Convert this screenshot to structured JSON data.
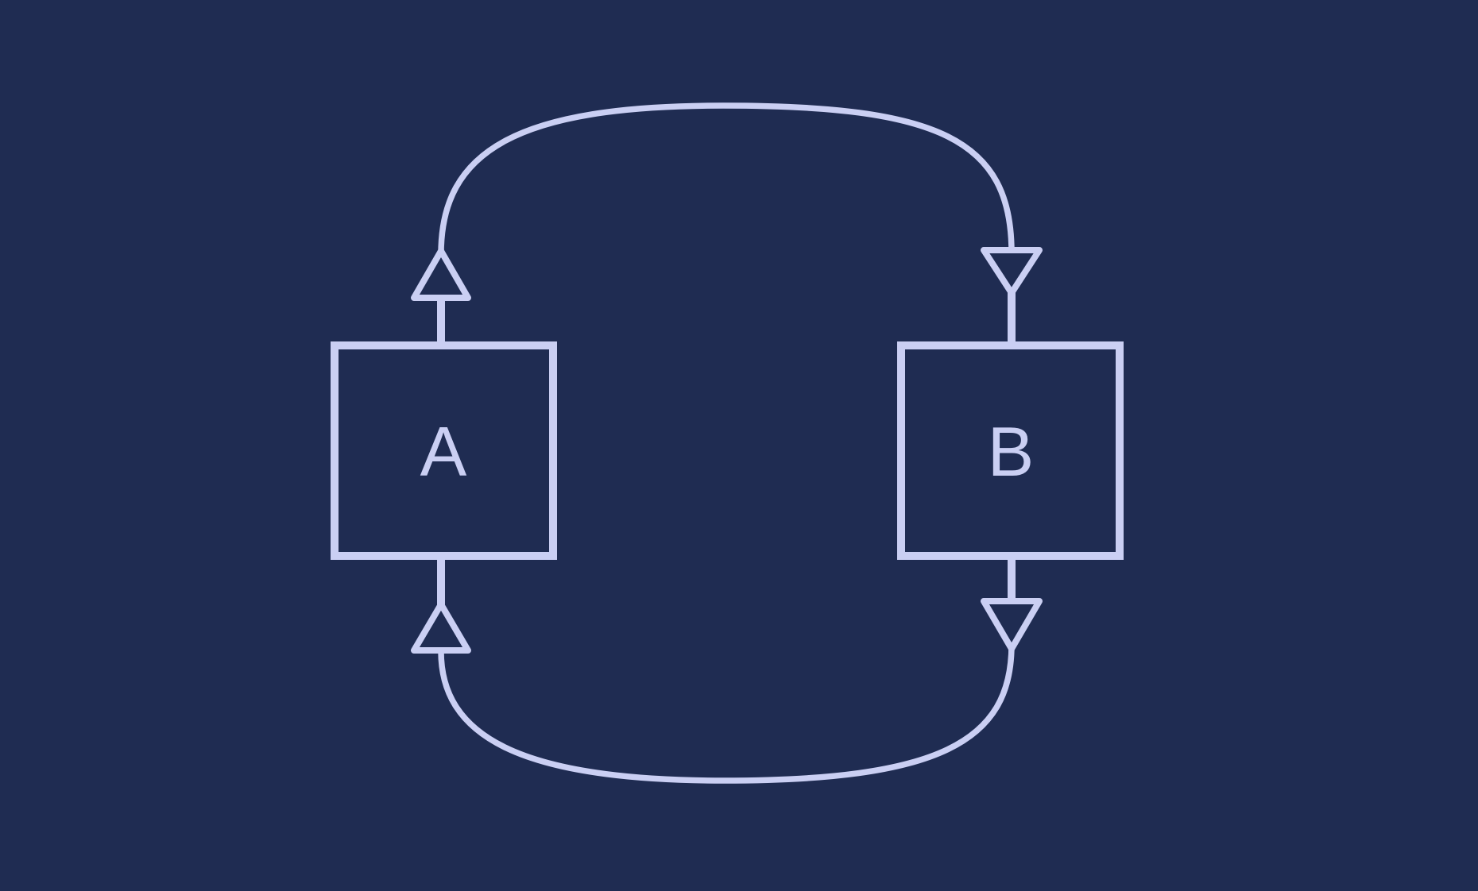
{
  "diagram": {
    "type": "directed-cycle-graph",
    "background_color": "#1f2c52",
    "stroke_color": "#cacff3",
    "nodes": [
      {
        "id": "A",
        "label": "A"
      },
      {
        "id": "B",
        "label": "B"
      }
    ],
    "edges": [
      {
        "from": "A",
        "to": "B",
        "route": "top",
        "arrowhead_style": "open-triangle",
        "arrowheads": [
          "at-source-pointing-up-out-of-A",
          "at-target-pointing-down-into-B"
        ]
      },
      {
        "from": "B",
        "to": "A",
        "route": "bottom",
        "arrowhead_style": "open-triangle",
        "arrowheads": [
          "at-source-pointing-down-out-of-B",
          "at-target-pointing-up-into-A"
        ]
      }
    ]
  }
}
